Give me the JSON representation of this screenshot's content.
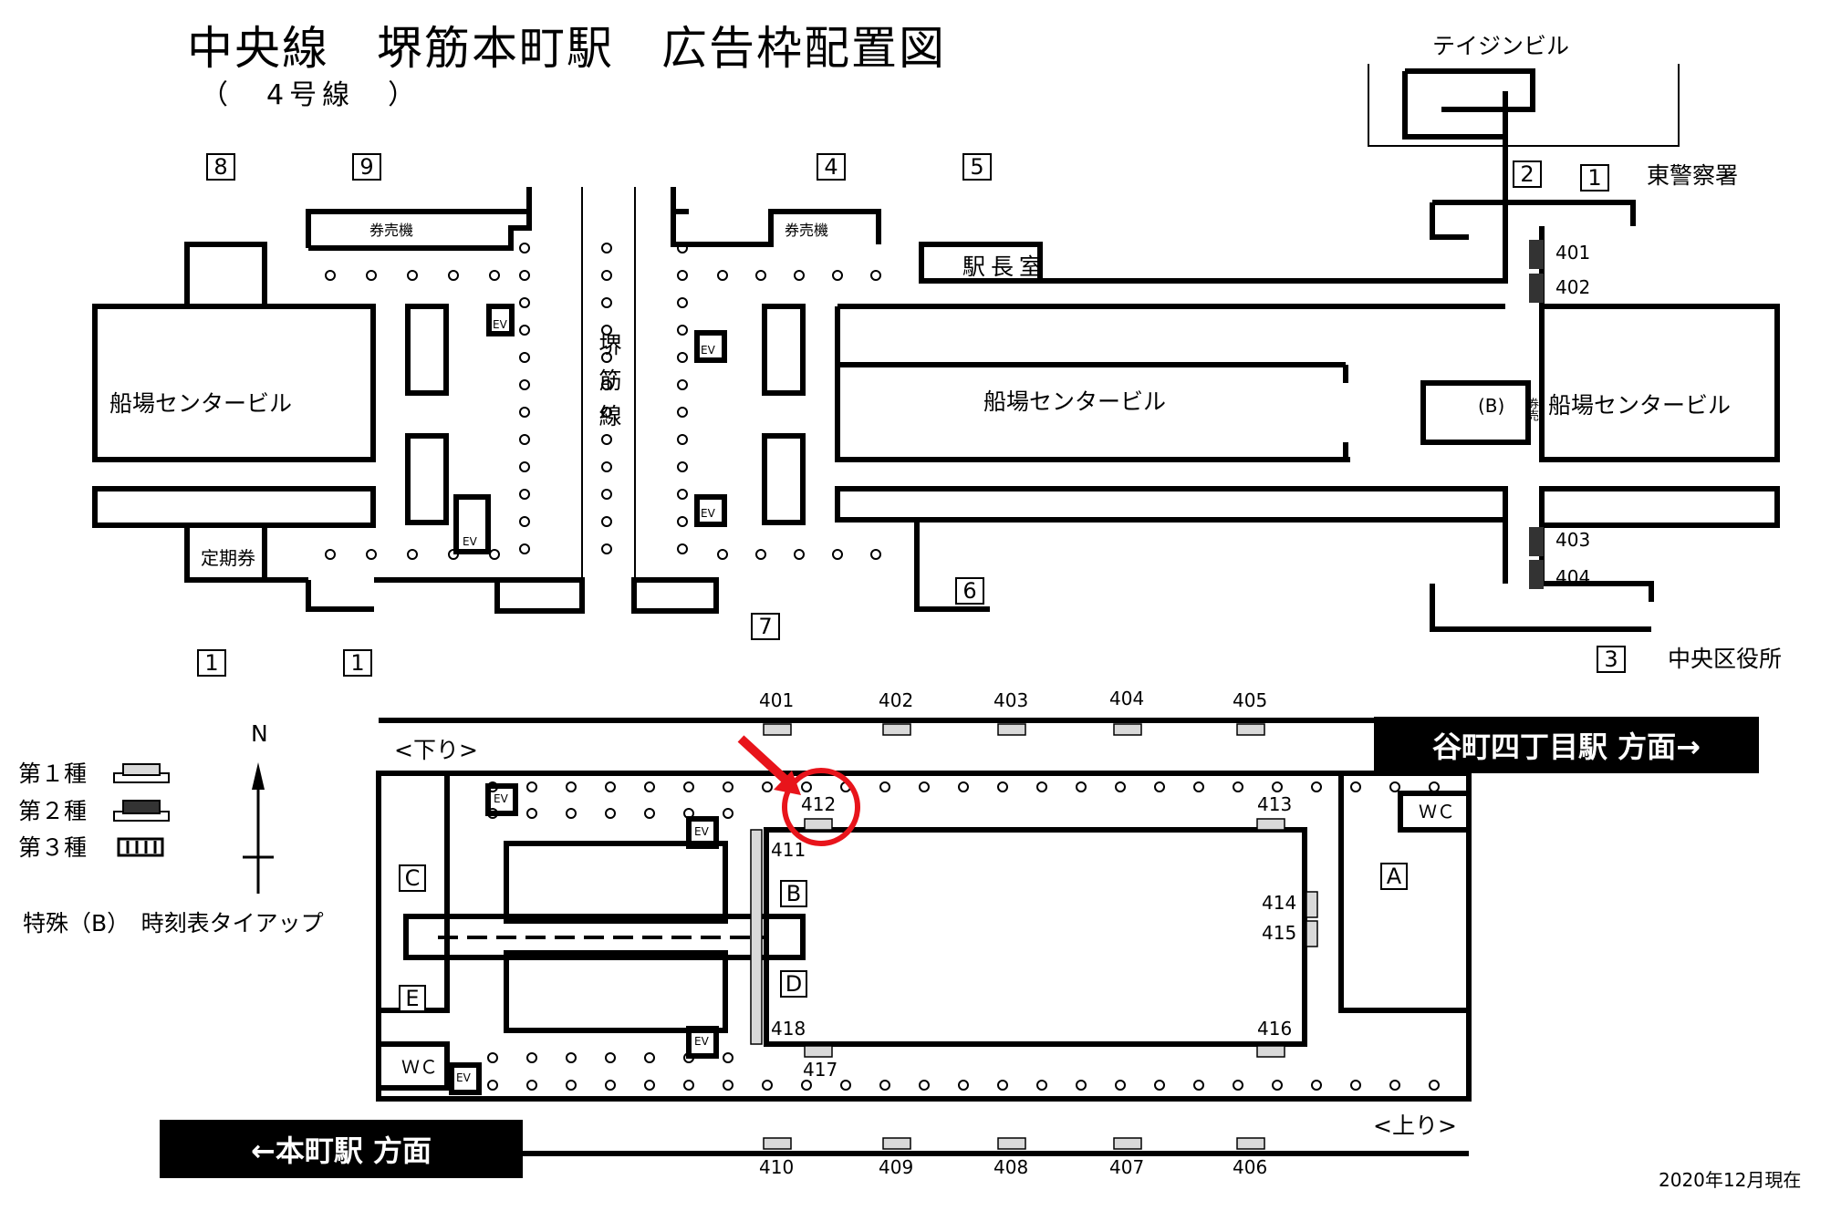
{
  "header": {
    "title": "中央線　堺筋本町駅　広告枠配置図",
    "subtitle": "（　4号線　）"
  },
  "footer": {
    "as_of": "2020年12月現在"
  },
  "directions": {
    "east": "谷町四丁目駅 方面→",
    "west": "←本町駅 方面",
    "down": "<下り>",
    "up": "<上り>"
  },
  "legend": {
    "type1": "第１種",
    "type2": "第２種",
    "type3": "第３種",
    "special": "特殊（B）　時刻表タイアップ",
    "north": "N"
  },
  "concourse": {
    "labels": {
      "building_left": "船場センタービル",
      "building_center": "船場センタービル",
      "building_right": "船場センタービル",
      "line_crossing": "堺筋線",
      "stationmaster": "駅長室",
      "ticket_machine_left": "券売機",
      "ticket_machine_right": "券売機",
      "commuter_pass": "定期券",
      "teijin_building": "テイジンビル",
      "east_police": "東警察署",
      "ward_office": "中央区役所",
      "special_b": "(B)",
      "ticket_small": "券売",
      "ev": "EV"
    },
    "exits": [
      "8",
      "9",
      "4",
      "5",
      "2",
      "1",
      "1",
      "1",
      "7",
      "6",
      "3"
    ],
    "ad_slots": [
      "401",
      "402",
      "403",
      "404"
    ]
  },
  "platform": {
    "top_slots": [
      "401",
      "402",
      "403",
      "404",
      "405"
    ],
    "bottom_slots": [
      "410",
      "409",
      "408",
      "407",
      "406"
    ],
    "inner_slots": [
      "412",
      "411",
      "413",
      "414",
      "415",
      "416",
      "417",
      "418"
    ],
    "exits": [
      "C",
      "E",
      "B",
      "D",
      "A"
    ],
    "wc": "ＷＣ",
    "ev": "EV"
  },
  "colors": {
    "type1": "#d9d9d9",
    "type2": "#333333",
    "highlight": "#e8141b"
  }
}
